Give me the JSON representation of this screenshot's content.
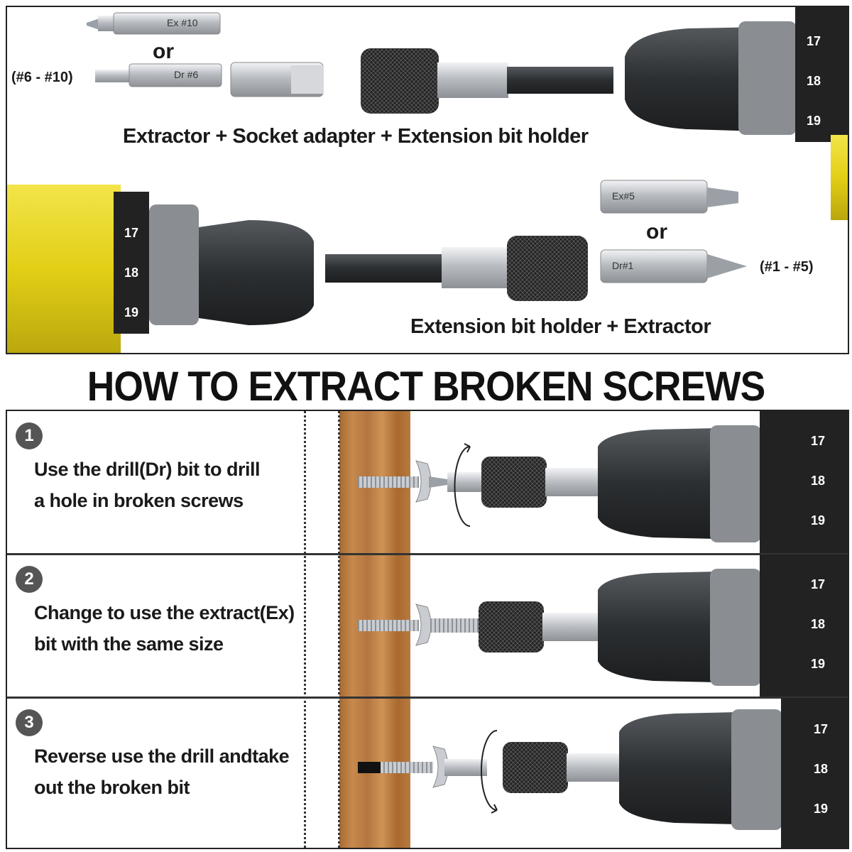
{
  "top_panel": {
    "bit_labels": {
      "ex10": "Ex #10",
      "dr6": "Dr #6",
      "ex5": "Ex#5",
      "dr1": "Dr#1"
    },
    "or_upper": "or",
    "or_lower": "or",
    "range_upper": "(#6 - #10)",
    "range_lower": "(#1 - #5)",
    "caption_upper": "Extractor + Socket adapter + Extension bit holder",
    "caption_lower": "Extension bit holder + Extractor"
  },
  "heading": "HOW TO EXTRACT BROKEN SCREWS",
  "steps": [
    {
      "number": "1",
      "line1": "Use the drill(Dr) bit to drill",
      "line2": "a hole in broken screws"
    },
    {
      "number": "2",
      "line1": "Change to use the extract(Ex)",
      "line2": "bit with the same size"
    },
    {
      "number": "3",
      "line1": "Reverse use the drill andtake",
      "line2": "out the broken bit"
    }
  ],
  "chuck_numbers": [
    "17",
    "18",
    "19"
  ],
  "colors": {
    "drill_yellow": "#e8d81c",
    "chuck_dark": "#3a3d40",
    "wood": "#b87a3f",
    "silver": "#c9ccd0"
  }
}
